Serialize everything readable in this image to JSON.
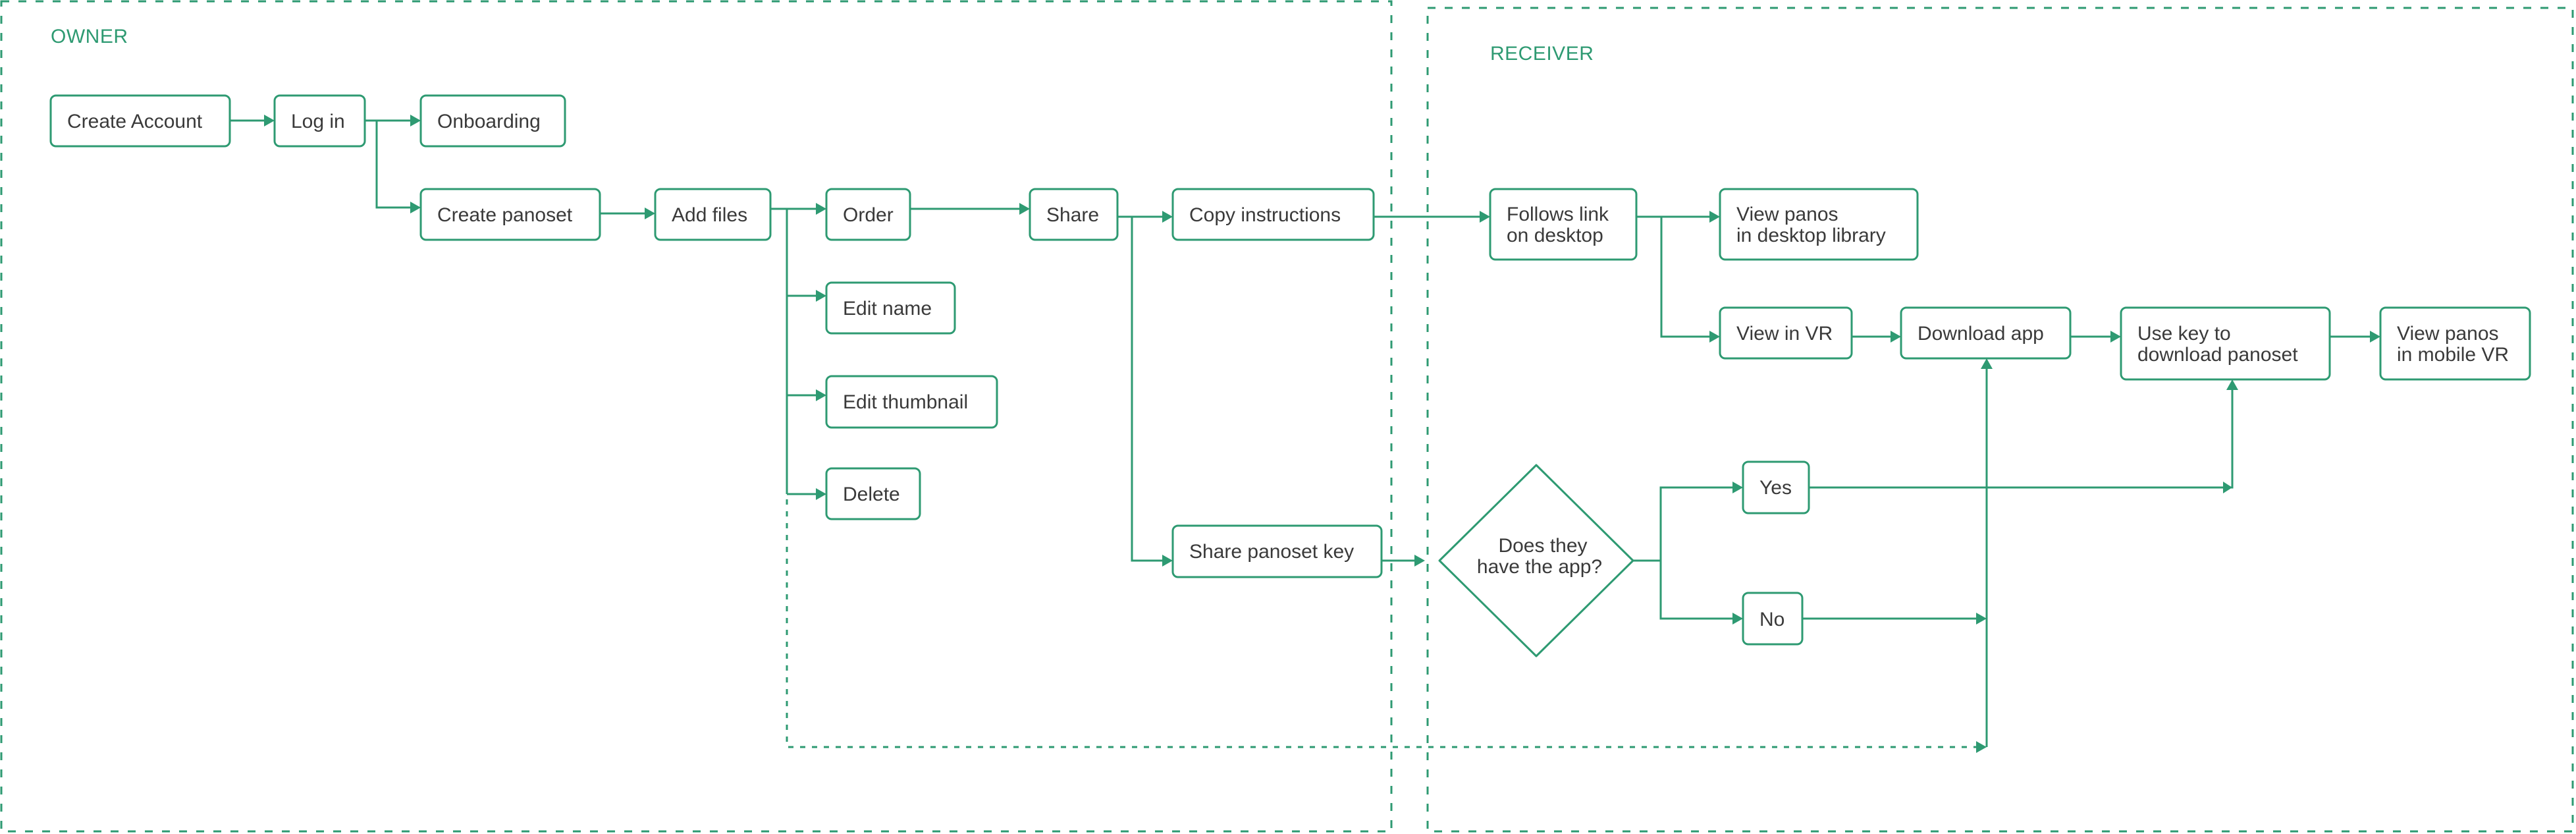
{
  "diagram": {
    "title": "Panoset sharing user flow",
    "accent_color": "#2e9a72",
    "text_color": "#3a3a3a",
    "lanes": [
      {
        "id": "owner",
        "label": "OWNER"
      },
      {
        "id": "receiver",
        "label": "RECEIVER"
      }
    ],
    "nodes": {
      "create_account": {
        "lines": [
          "Create Account"
        ],
        "lane": "owner"
      },
      "log_in": {
        "lines": [
          "Log in"
        ],
        "lane": "owner"
      },
      "onboarding": {
        "lines": [
          "Onboarding"
        ],
        "lane": "owner"
      },
      "create_panoset": {
        "lines": [
          "Create panoset"
        ],
        "lane": "owner"
      },
      "add_files": {
        "lines": [
          "Add files"
        ],
        "lane": "owner"
      },
      "order": {
        "lines": [
          "Order"
        ],
        "lane": "owner"
      },
      "edit_name": {
        "lines": [
          "Edit name"
        ],
        "lane": "owner"
      },
      "edit_thumbnail": {
        "lines": [
          "Edit thumbnail"
        ],
        "lane": "owner"
      },
      "delete": {
        "lines": [
          "Delete"
        ],
        "lane": "owner"
      },
      "share": {
        "lines": [
          "Share"
        ],
        "lane": "owner"
      },
      "copy_instructions": {
        "lines": [
          "Copy instructions"
        ],
        "lane": "owner"
      },
      "share_panoset_key": {
        "lines": [
          "Share panoset key"
        ],
        "lane": "owner"
      },
      "follows_link": {
        "lines": [
          "Follows link",
          "on desktop"
        ],
        "lane": "receiver"
      },
      "view_panos_desktop": {
        "lines": [
          "View panos",
          "in desktop library"
        ],
        "lane": "receiver"
      },
      "view_in_vr": {
        "lines": [
          "View in VR"
        ],
        "lane": "receiver"
      },
      "download_app": {
        "lines": [
          "Download app"
        ],
        "lane": "receiver"
      },
      "use_key": {
        "lines": [
          "Use key to",
          "download panoset"
        ],
        "lane": "receiver"
      },
      "view_panos_mobile": {
        "lines": [
          "View panos",
          "in mobile VR"
        ],
        "lane": "receiver"
      },
      "has_app_decision": {
        "lines": [
          "Does they",
          "have the app?"
        ],
        "lane": "receiver",
        "shape": "diamond"
      },
      "yes": {
        "lines": [
          "Yes"
        ],
        "lane": "receiver"
      },
      "no": {
        "lines": [
          "No"
        ],
        "lane": "receiver"
      }
    },
    "edges": [
      {
        "from": "create_account",
        "to": "log_in"
      },
      {
        "from": "log_in",
        "to": "onboarding"
      },
      {
        "from": "log_in",
        "to": "create_panoset"
      },
      {
        "from": "create_panoset",
        "to": "add_files"
      },
      {
        "from": "add_files",
        "to": "order"
      },
      {
        "from": "add_files",
        "to": "edit_name"
      },
      {
        "from": "add_files",
        "to": "edit_thumbnail"
      },
      {
        "from": "add_files",
        "to": "delete"
      },
      {
        "from": "add_files",
        "to": "download_app",
        "style": "dashed"
      },
      {
        "from": "order",
        "to": "share"
      },
      {
        "from": "share",
        "to": "copy_instructions"
      },
      {
        "from": "share",
        "to": "share_panoset_key"
      },
      {
        "from": "copy_instructions",
        "to": "follows_link"
      },
      {
        "from": "share_panoset_key",
        "to": "has_app_decision"
      },
      {
        "from": "follows_link",
        "to": "view_panos_desktop"
      },
      {
        "from": "follows_link",
        "to": "view_in_vr"
      },
      {
        "from": "view_in_vr",
        "to": "download_app"
      },
      {
        "from": "download_app",
        "to": "use_key"
      },
      {
        "from": "use_key",
        "to": "view_panos_mobile"
      },
      {
        "from": "has_app_decision",
        "to": "yes"
      },
      {
        "from": "has_app_decision",
        "to": "no"
      },
      {
        "from": "yes",
        "to": "use_key"
      },
      {
        "from": "no",
        "to": "download_app"
      }
    ]
  }
}
